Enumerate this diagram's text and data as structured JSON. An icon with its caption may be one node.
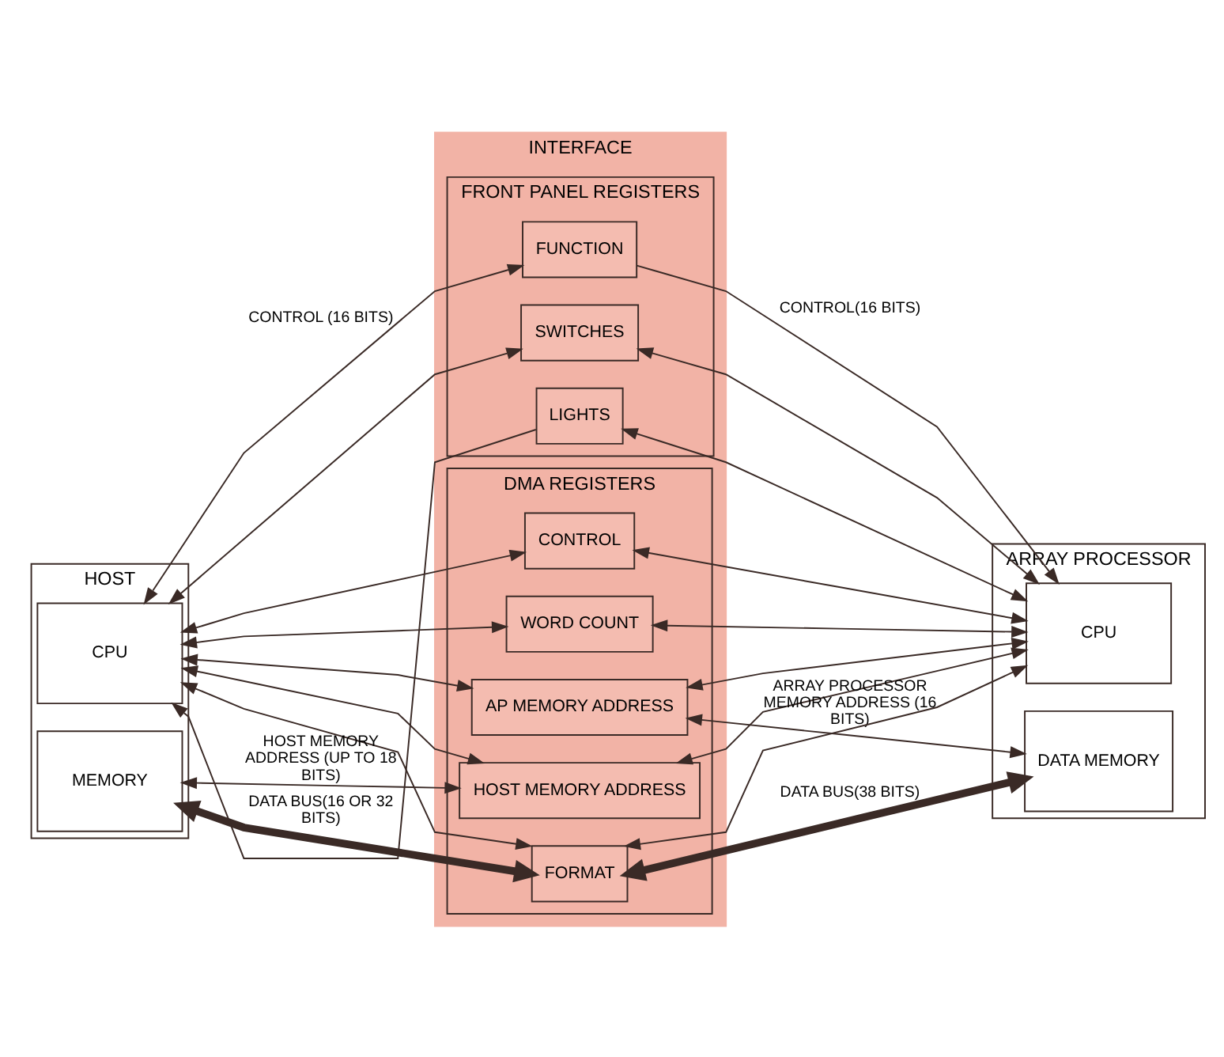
{
  "diagram": {
    "nodes": [
      {
        "text": [
          "HOST"
        ]
      },
      {
        "text": [
          "CPU"
        ],
        "in": 0
      },
      {
        "text": [
          "MEMORY"
        ],
        "in": 0
      },
      {
        "text": [
          "INTERFACE"
        ]
      },
      {
        "text": [
          "FRONT PANEL REGISTERS"
        ],
        "in": 3
      },
      {
        "text": [
          "FUNCTION"
        ],
        "in": 4
      },
      {
        "text": [
          "SWITCHES"
        ],
        "in": 4
      },
      {
        "text": [
          "LIGHTS"
        ],
        "in": 4
      },
      {
        "text": [
          "DMA REGISTERS"
        ],
        "in": 3
      },
      {
        "text": [
          "HOST MEMORY ADDRESS"
        ],
        "in": 8
      },
      {
        "text": [
          "AP MEMORY ADDRESS"
        ],
        "in": 8
      },
      {
        "text": [
          "WORD COUNT"
        ],
        "in": 8
      },
      {
        "text": [
          "CONTROL"
        ],
        "in": 8
      },
      {
        "text": [
          "FORMAT"
        ],
        "in": 8
      },
      {
        "text": [
          "ARRAY PROCESSOR"
        ]
      },
      {
        "text": [
          "CPU"
        ],
        "in": 14
      },
      {
        "text": [
          "DATA MEMORY"
        ],
        "in": 14
      }
    ],
    "edges": [
      {
        "from": 1,
        "to": 5,
        "arrow": "both",
        "label": "CONTROL (16 BITS)"
      },
      {
        "from": 1,
        "to": 6,
        "arrow": "both"
      },
      {
        "from": 7,
        "to": 1,
        "arrow": "to"
      },
      {
        "from": 1,
        "to": 9,
        "arrow": "both"
      },
      {
        "from": 1,
        "to": 10,
        "arrow": "both"
      },
      {
        "from": 1,
        "to": 11,
        "arrow": "both"
      },
      {
        "from": 1,
        "to": 12,
        "arrow": "both"
      },
      {
        "from": 1,
        "to": 13,
        "arrow": "both"
      },
      {
        "from": 2,
        "to": 9,
        "arrow": "both",
        "label": "HOST MEMORY ADDRESS (UP TO 18 BITS)"
      },
      {
        "from": 2,
        "to": 13,
        "arrow": "both",
        "label": "DATA BUS(16 OR 32 BITS)",
        "style": "thick"
      },
      {
        "from": 5,
        "to": 15,
        "arrow": "to",
        "label": "CONTROL(16 BITS)"
      },
      {
        "from": 6,
        "to": 15,
        "arrow": "both"
      },
      {
        "from": 7,
        "to": 15,
        "arrow": "both"
      },
      {
        "from": 9,
        "to": 15,
        "arrow": "both"
      },
      {
        "from": 10,
        "to": 15,
        "arrow": "both"
      },
      {
        "from": 11,
        "to": 15,
        "arrow": "both"
      },
      {
        "from": 12,
        "to": 15,
        "arrow": "both"
      },
      {
        "from": 13,
        "to": 15,
        "arrow": "both"
      },
      {
        "from": 10,
        "to": 16,
        "arrow": "both",
        "label": "ARRAY PROCESSOR MEMORY ADDRESS (16 BITS)"
      },
      {
        "from": 13,
        "to": 16,
        "arrow": "both",
        "label": "DATA BUS(38 BITS)",
        "style": "thick"
      }
    ]
  }
}
